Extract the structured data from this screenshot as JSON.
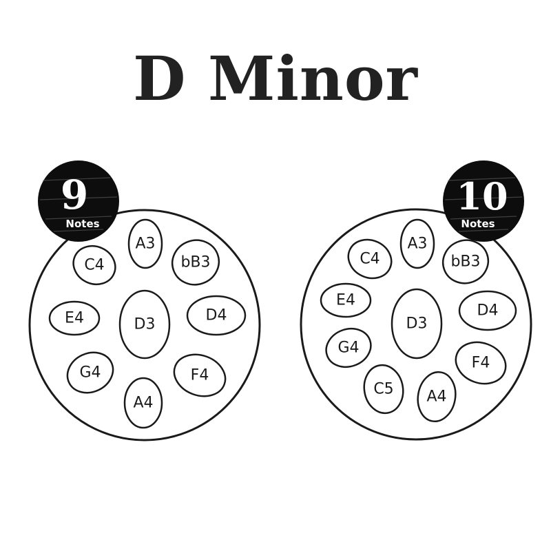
{
  "title": "D Minor",
  "colors": {
    "ink": "#1a1a1a",
    "badge": "#0d0d0d",
    "background": "#ffffff"
  },
  "drums": [
    {
      "badge": {
        "number": "9",
        "caption": "Notes"
      },
      "notes": [
        "A3",
        "bB3",
        "D4",
        "F4",
        "A4",
        "G4",
        "E4",
        "C4",
        "D3"
      ]
    },
    {
      "badge": {
        "number": "10",
        "caption": "Notes"
      },
      "notes": [
        "A3",
        "bB3",
        "D4",
        "F4",
        "A4",
        "C5",
        "G4",
        "E4",
        "C4",
        "D3"
      ]
    }
  ]
}
